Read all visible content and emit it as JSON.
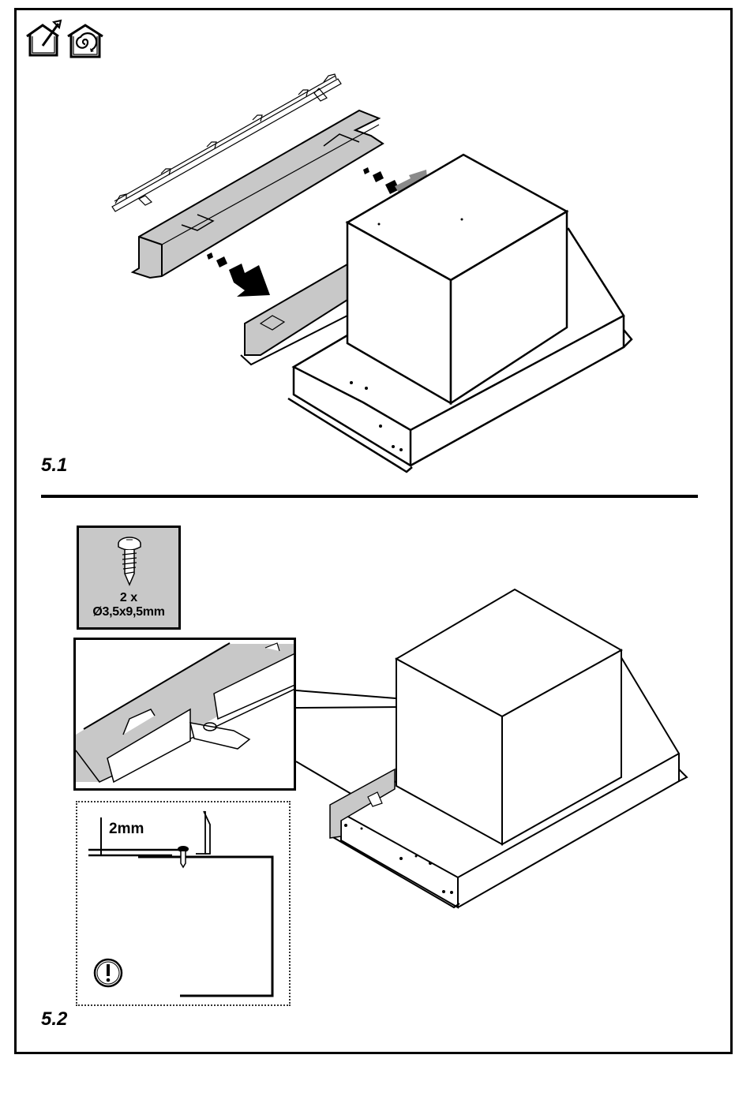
{
  "document": {
    "header_icons": [
      {
        "name": "ducted-extraction-icon",
        "meaning": "house with outward air arrow"
      },
      {
        "name": "recirculation-icon",
        "meaning": "house with circulating air spiral"
      }
    ],
    "figures": [
      {
        "label": "5.1"
      },
      {
        "label": "5.2"
      }
    ],
    "screw_spec": {
      "quantity": "2 x",
      "dimensions": "Ø3,5x9,5mm"
    },
    "section_detail": {
      "gap_label": "2mm",
      "warning_icon": "exclamation-circle-icon"
    },
    "colors": {
      "line": "#000000",
      "panel_grey": "#c8c8c8",
      "arrow_grey": "#8a8a8a"
    }
  }
}
